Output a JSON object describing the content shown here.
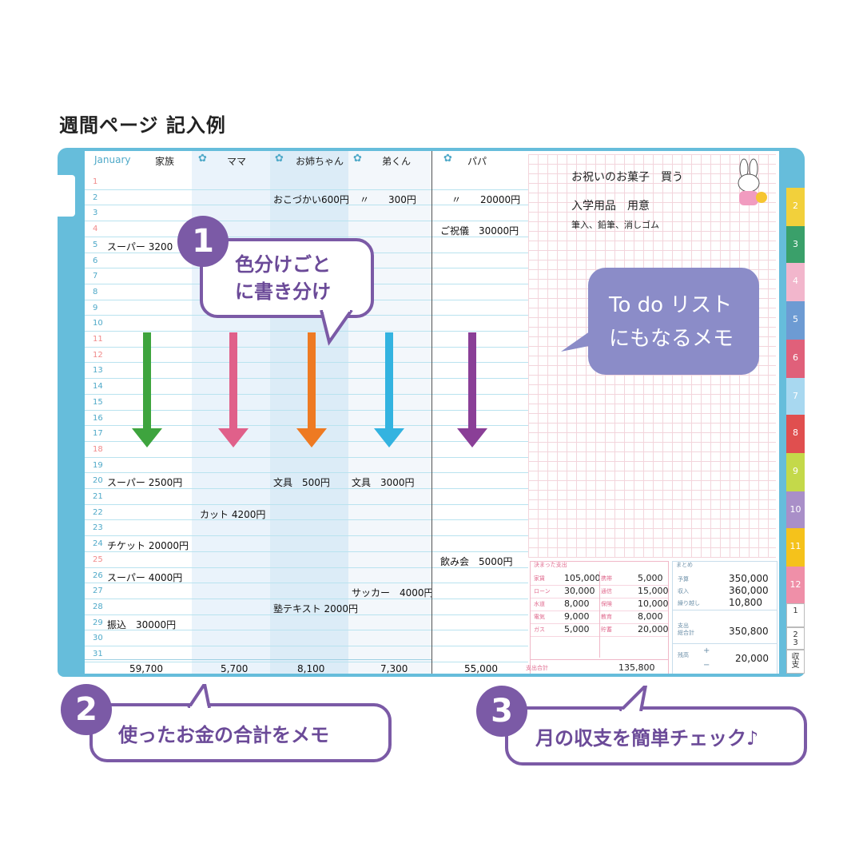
{
  "title": "週間ページ 記入例",
  "left_header": {
    "month": "January",
    "columns": [
      "家族",
      "ママ",
      "お姉ちゃん",
      "弟くん"
    ]
  },
  "right_header": {
    "column": "パパ"
  },
  "days": [
    "1",
    "2",
    "3",
    "4",
    "5",
    "6",
    "7",
    "8",
    "9",
    "10",
    "11",
    "12",
    "13",
    "14",
    "15",
    "16",
    "17",
    "18",
    "19",
    "20",
    "21",
    "22",
    "23",
    "24",
    "25",
    "26",
    "27",
    "28",
    "29",
    "30",
    "31"
  ],
  "entries": {
    "family": [
      {
        "day": "5",
        "text": "スーパー 3200"
      },
      {
        "day": "20",
        "text": "スーパー 2500円"
      },
      {
        "day": "24",
        "text": "チケット 20000円"
      },
      {
        "day": "26",
        "text": "スーパー 4000円"
      },
      {
        "day": "29",
        "text": "振込　30000円"
      }
    ],
    "mama": [
      {
        "day": "22",
        "text": "カット 4200円"
      }
    ],
    "sister": [
      {
        "day": "2",
        "text": "おこづかい600円"
      },
      {
        "day": "20",
        "text": "文具　500円"
      },
      {
        "day": "28",
        "text": "塾テキスト 2000円"
      }
    ],
    "brother": [
      {
        "day": "2",
        "text": "〃　　300円"
      },
      {
        "day": "20",
        "text": "文具　3000円"
      },
      {
        "day": "27",
        "text": "サッカー　4000円"
      }
    ],
    "papa": [
      {
        "day": "2",
        "text": "〃　　20000円"
      },
      {
        "day": "4",
        "text": "ご祝儀　30000円"
      },
      {
        "day": "25",
        "text": "飲み会　5000円"
      }
    ]
  },
  "totals": {
    "family": "59,700",
    "mama": "5,700",
    "sister": "8,100",
    "brother": "7,300",
    "papa": "55,000"
  },
  "memo": {
    "line1": "お祝いのお菓子　買う",
    "line2": "入学用品　用意",
    "line3": "筆入、鉛筆、消しゴム"
  },
  "fixed_expenses": {
    "title": "決まった支出",
    "left": [
      {
        "label": "家賃",
        "value": "105,000"
      },
      {
        "label": "ローン",
        "value": "30,000"
      },
      {
        "label": "水道",
        "value": "8,000"
      },
      {
        "label": "電気",
        "value": "9,000"
      },
      {
        "label": "ガス",
        "value": "5,000"
      }
    ],
    "right": [
      {
        "label": "携帯",
        "value": "5,000"
      },
      {
        "label": "通信",
        "value": "15,000"
      },
      {
        "label": "保険",
        "value": "10,000"
      },
      {
        "label": "教育",
        "value": "8,000"
      },
      {
        "label": "貯蓄",
        "value": "20,000"
      }
    ],
    "total_label": "支出合計",
    "total_value": "135,800"
  },
  "summary": {
    "title": "まとめ",
    "rows": [
      {
        "label": "予算",
        "value": "350,000"
      },
      {
        "label": "収入",
        "value": "360,000"
      },
      {
        "label": "繰り越し",
        "value": "10,800"
      }
    ],
    "spend_label": "支出\n総合計",
    "spend_value": "350,800",
    "balance_label": "残高",
    "balance_value": "20,000",
    "plus": "+",
    "minus": "−"
  },
  "tabs": [
    "2",
    "3",
    "4",
    "5",
    "6",
    "7",
    "8",
    "9",
    "10",
    "11",
    "12",
    "1",
    "2\n3",
    "収\n支"
  ],
  "callouts": {
    "c1_num": "1",
    "c1_text": "色分けごと\nに書き分け",
    "c2_num": "2",
    "c2_text": "使ったお金の合計をメモ",
    "c3_num": "3",
    "c3_text": "月の収支を簡単チェック♪",
    "todo_text": "To do リスト\nにもなるメモ"
  },
  "colors": {
    "family_arrow": "#3ea43e",
    "mama_arrow": "#e0608a",
    "sister_arrow": "#ee7a22",
    "brother_arrow": "#33b3e0",
    "papa_arrow": "#8a3f97",
    "accent_purple": "#7b5aa6",
    "todo_bubble": "#8b8cc8",
    "cover": "#66bddb"
  }
}
